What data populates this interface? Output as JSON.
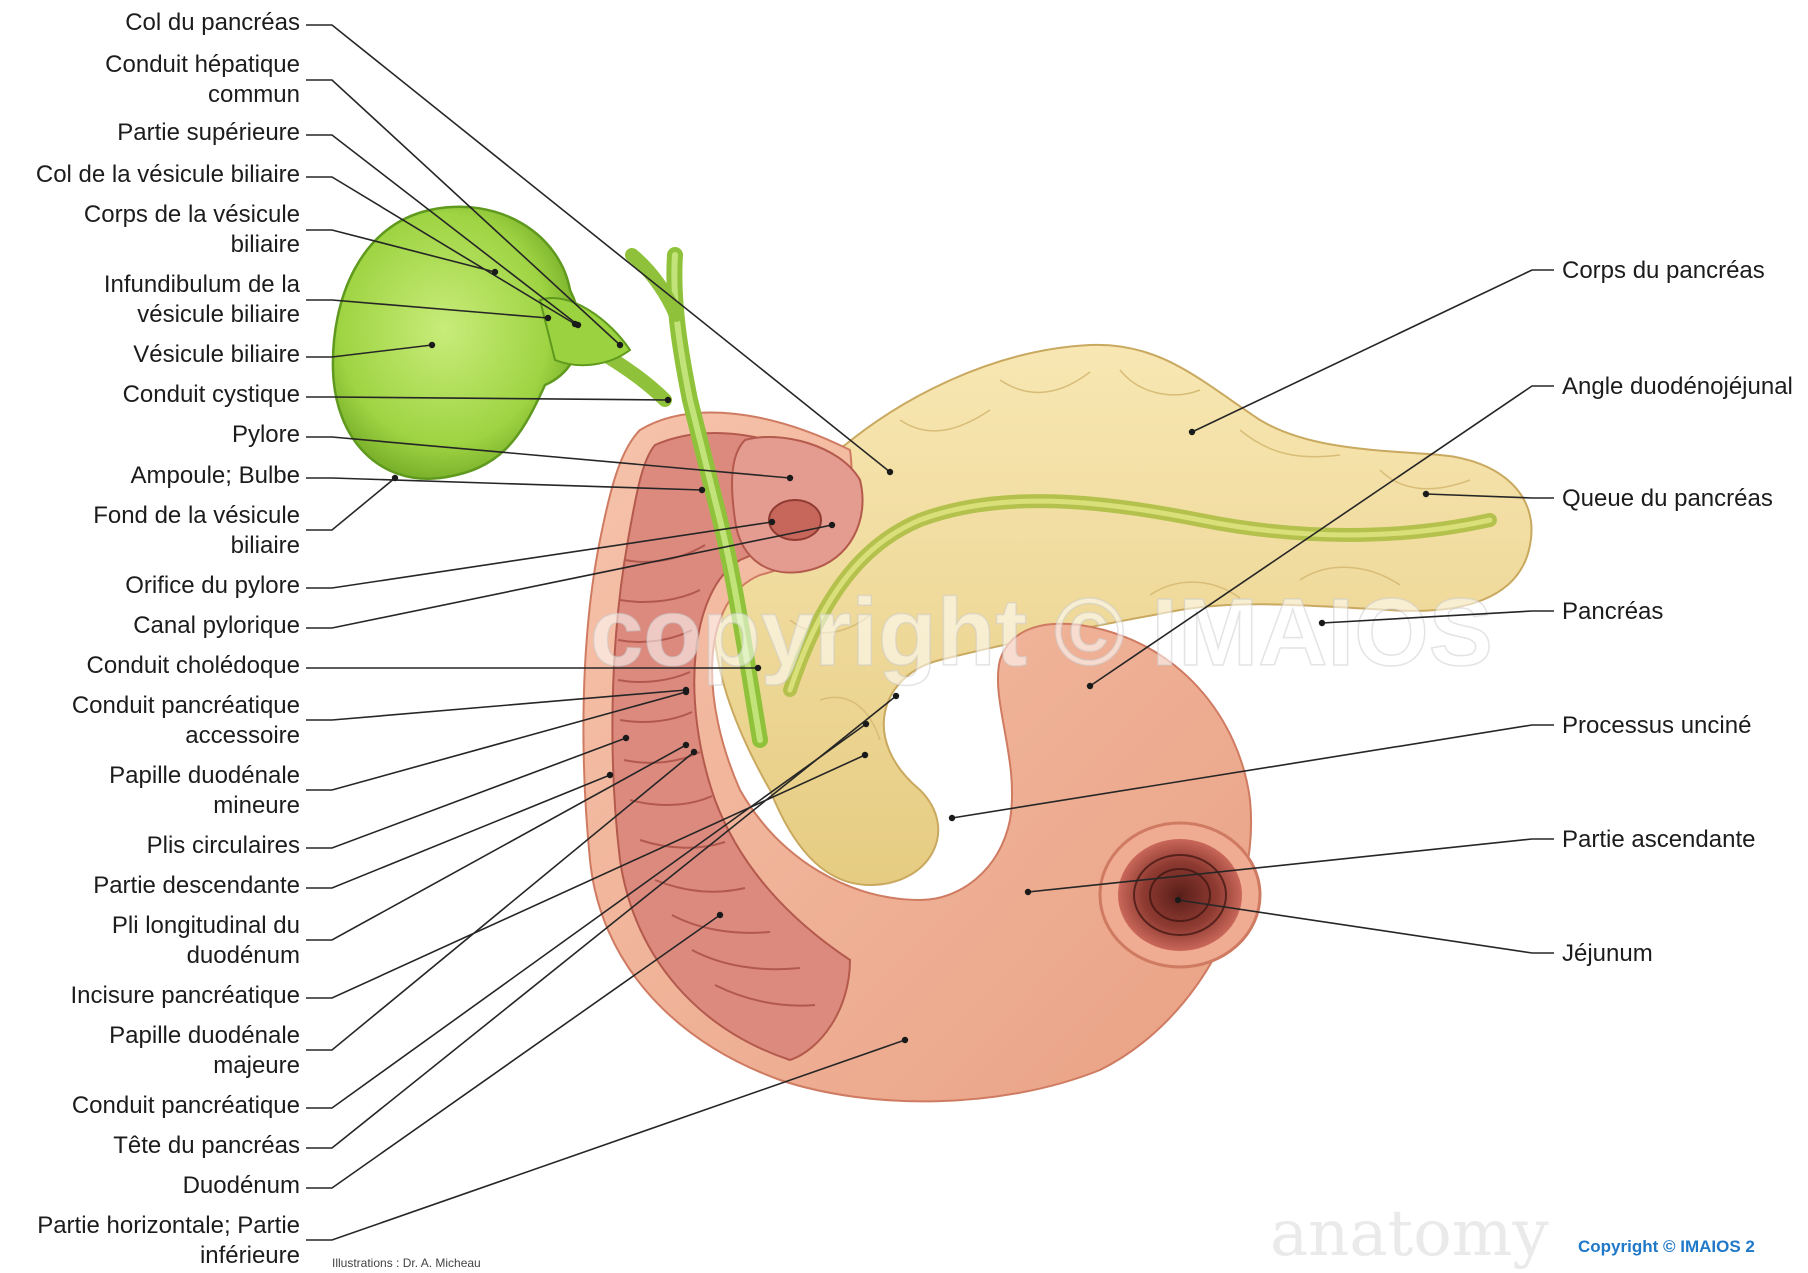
{
  "labels_left": [
    {
      "id": "col-du-pancreas",
      "lines": [
        "Col du pancréas"
      ]
    },
    {
      "id": "conduit-hepatique-commun",
      "lines": [
        "Conduit hépatique",
        "commun"
      ]
    },
    {
      "id": "partie-superieure",
      "lines": [
        "Partie supérieure"
      ]
    },
    {
      "id": "col-vesicule-biliaire",
      "lines": [
        "Col de la vésicule biliaire"
      ]
    },
    {
      "id": "corps-vesicule-biliaire",
      "lines": [
        "Corps de la vésicule",
        "biliaire"
      ]
    },
    {
      "id": "infundibulum-vesicule-biliaire",
      "lines": [
        "Infundibulum de la",
        "vésicule biliaire"
      ]
    },
    {
      "id": "vesicule-biliaire",
      "lines": [
        "Vésicule biliaire"
      ]
    },
    {
      "id": "conduit-cystique",
      "lines": [
        "Conduit cystique"
      ]
    },
    {
      "id": "pylore",
      "lines": [
        "Pylore"
      ]
    },
    {
      "id": "ampoule-bulbe",
      "lines": [
        "Ampoule; Bulbe"
      ]
    },
    {
      "id": "fond-vesicule-biliaire",
      "lines": [
        "Fond de la vésicule",
        "biliaire"
      ]
    },
    {
      "id": "orifice-du-pylore",
      "lines": [
        "Orifice du pylore"
      ]
    },
    {
      "id": "canal-pylorique",
      "lines": [
        "Canal pylorique"
      ]
    },
    {
      "id": "conduit-choledoque",
      "lines": [
        "Conduit cholédoque"
      ]
    },
    {
      "id": "conduit-pancreatique-accessoire",
      "lines": [
        "Conduit pancréatique",
        "accessoire"
      ]
    },
    {
      "id": "papille-duodenale-mineure",
      "lines": [
        "Papille duodénale",
        "mineure"
      ]
    },
    {
      "id": "plis-circulaires",
      "lines": [
        "Plis circulaires"
      ]
    },
    {
      "id": "partie-descendante",
      "lines": [
        "Partie descendante"
      ]
    },
    {
      "id": "pli-longitudinal-duodenum",
      "lines": [
        "Pli longitudinal du",
        "duodénum"
      ]
    },
    {
      "id": "incisure-pancreatique",
      "lines": [
        "Incisure pancréatique"
      ]
    },
    {
      "id": "papille-duodenale-majeure",
      "lines": [
        "Papille duodénale",
        "majeure"
      ]
    },
    {
      "id": "conduit-pancreatique",
      "lines": [
        "Conduit pancréatique"
      ]
    },
    {
      "id": "tete-du-pancreas",
      "lines": [
        "Tête du pancréas"
      ]
    },
    {
      "id": "duodenum",
      "lines": [
        "Duodénum"
      ]
    },
    {
      "id": "partie-horizontale",
      "lines": [
        "Partie horizontale; Partie",
        "inférieure"
      ]
    }
  ],
  "labels_right": [
    {
      "id": "corps-du-pancreas",
      "lines": [
        "Corps du pancréas"
      ]
    },
    {
      "id": "angle-duodenojejunal",
      "lines": [
        "Angle duodénojéjunal"
      ]
    },
    {
      "id": "queue-du-pancreas",
      "lines": [
        "Queue du pancréas"
      ]
    },
    {
      "id": "pancreas",
      "lines": [
        "Pancréas"
      ]
    },
    {
      "id": "processus-uncine",
      "lines": [
        "Processus unciné"
      ]
    },
    {
      "id": "partie-ascendante",
      "lines": [
        "Partie ascendante"
      ]
    },
    {
      "id": "jejunum",
      "lines": [
        "Jéjunum"
      ]
    }
  ],
  "watermark": "copyright © IMAIOS",
  "brand_watermark": "anatomy",
  "credit": "Illustrations : Dr. A. Micheau",
  "copyright_footer": "Copyright © IMAIOS 2",
  "colors": {
    "gallbladder": "#a6d64a",
    "bile_duct": "#9bcc3f",
    "pancreas": "#f1dc9c",
    "duodenum_outer": "#f3b59a",
    "mucosa": "#d9867a",
    "leader_line": "#262626"
  }
}
